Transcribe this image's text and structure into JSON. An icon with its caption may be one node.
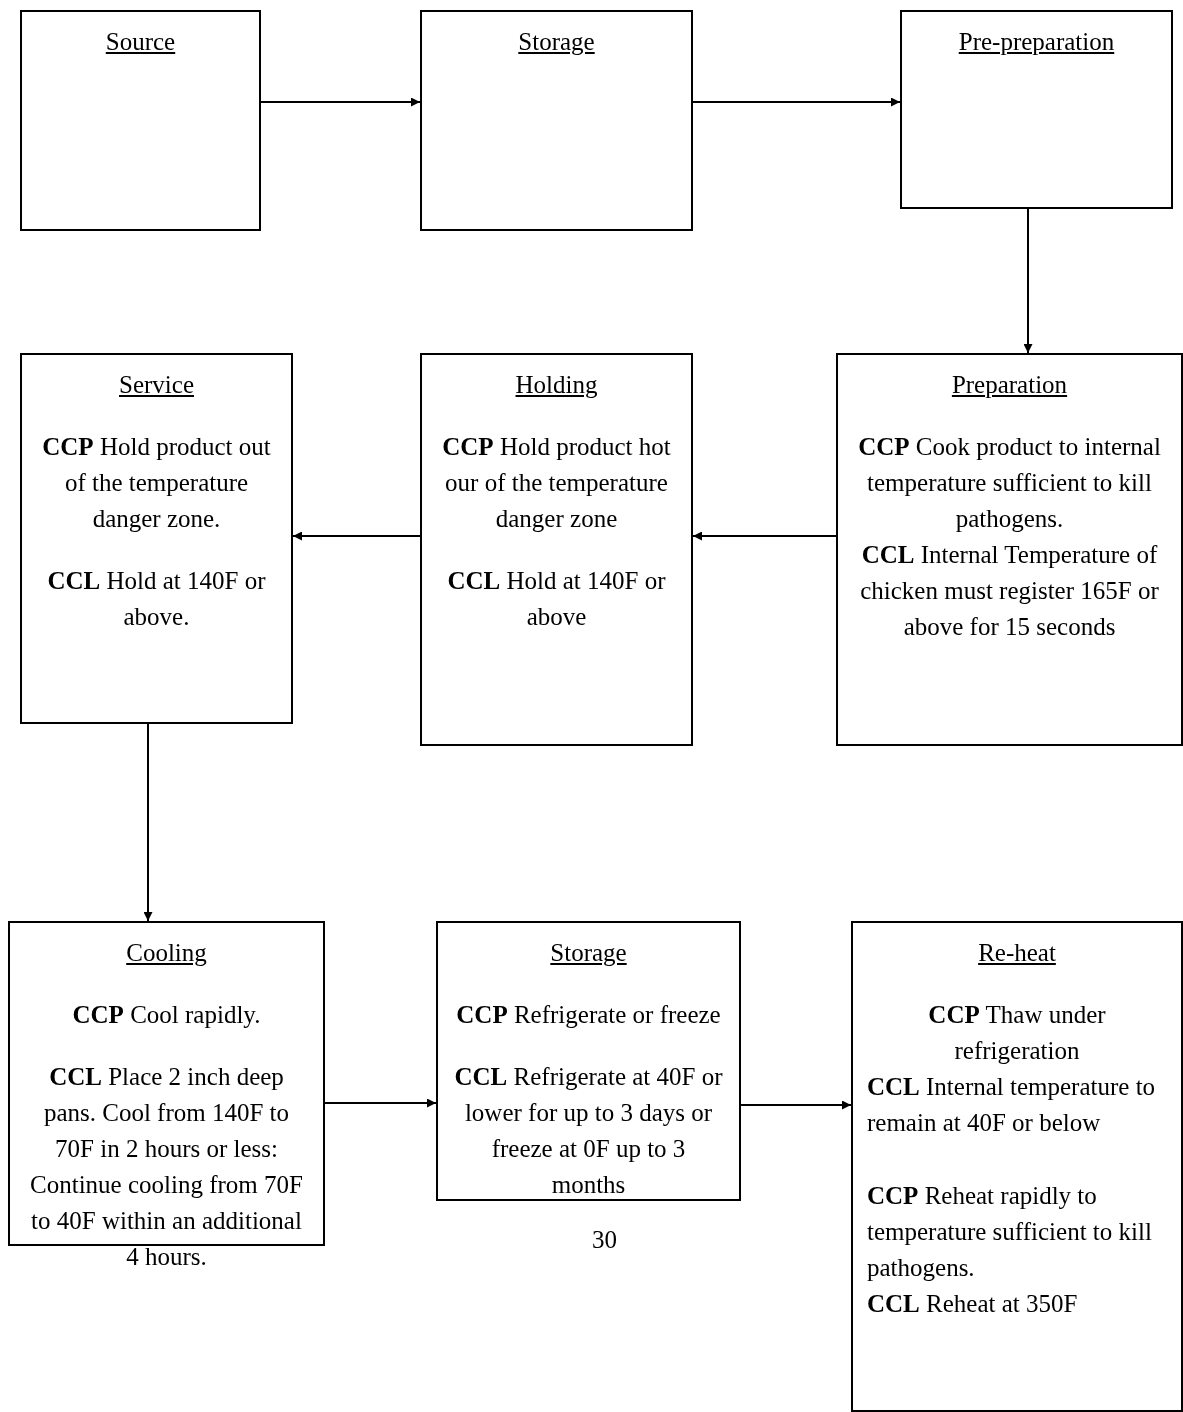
{
  "diagram": {
    "nodes": [
      {
        "text": [
          "Source"
        ]
      },
      {
        "text": [
          "Storage"
        ]
      },
      {
        "text": [
          "Pre-preparation"
        ]
      },
      {
        "text": [
          "Preparation",
          "**CCP** Cook product to internal temperature sufficient to kill pathogens.",
          "**CCL** Internal Temperature of chicken must register 165F or above for 15 seconds"
        ]
      },
      {
        "text": [
          "Holding",
          "**CCP** Hold product hot our of the temperature danger zone",
          "**CCL** Hold at 140F or above"
        ]
      },
      {
        "text": [
          "Service",
          "**CCP** Hold product out of the temperature danger zone.",
          "**CCL** Hold at 140F or above."
        ]
      },
      {
        "text": [
          "Cooling",
          "**CCP** Cool rapidly.",
          "**CCL** Place 2 inch deep pans. Cool from 140F to 70F in 2 hours or less: Continue cooling from 70F to 40F within an additional 4 hours."
        ]
      },
      {
        "text": [
          "Storage",
          "**CCP** Refrigerate or freeze",
          "**CCL** Refrigerate at 40F or lower for up to 3 days or freeze at 0F up to 3 months"
        ]
      },
      {
        "text": [
          "Re-heat",
          "**CCP** Thaw under refrigeration",
          "**CCL** Internal temperature to remain at 40F or below",
          "**CCP** Reheat rapidly to temperature sufficient to kill pathogens.",
          "**CCL** Reheat at 350F"
        ]
      }
    ],
    "edges": [
      {
        "from": 0,
        "to": 1,
        "arrow": "to"
      },
      {
        "from": 1,
        "to": 2,
        "arrow": "to"
      },
      {
        "from": 2,
        "to": 3,
        "arrow": "to"
      },
      {
        "from": 3,
        "to": 4,
        "arrow": "to"
      },
      {
        "from": 4,
        "to": 5,
        "arrow": "to"
      },
      {
        "from": 5,
        "to": 6,
        "arrow": "to"
      },
      {
        "from": 6,
        "to": 7,
        "arrow": "to"
      },
      {
        "from": 7,
        "to": 8,
        "arrow": "to"
      }
    ],
    "labels": [
      "30"
    ]
  }
}
